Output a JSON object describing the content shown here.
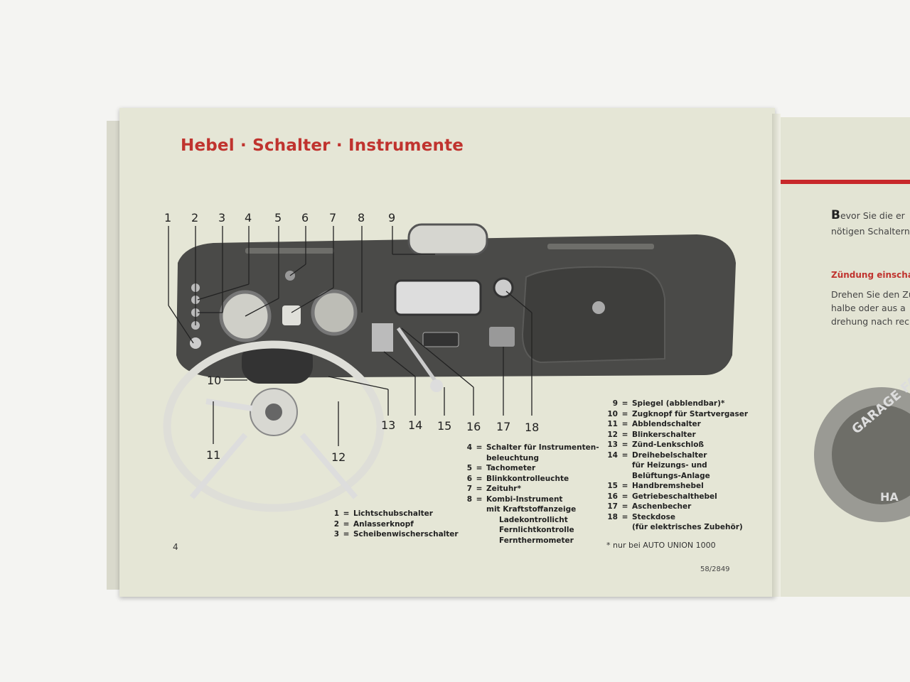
{
  "left_page": {
    "title": "Hebel · Schalter · Instrumente",
    "page_number": "4",
    "callouts": [
      "1",
      "2",
      "3",
      "4",
      "5",
      "6",
      "7",
      "8",
      "9",
      "10",
      "11",
      "12",
      "13",
      "14",
      "15",
      "16",
      "17",
      "18"
    ],
    "legend_a": [
      {
        "num": "1",
        "text": "Lichtschubschalter"
      },
      {
        "num": "2",
        "text": "Anlasserknopf"
      },
      {
        "num": "3",
        "text": "Scheibenwischerschalter"
      }
    ],
    "legend_b": [
      {
        "num": "4",
        "text": "Schalter für Instrumenten-",
        "cont": "beleuchtung"
      },
      {
        "num": "5",
        "text": "Tachometer"
      },
      {
        "num": "6",
        "text": "Blinkkontrolleuchte"
      },
      {
        "num": "7",
        "text": "Zeituhr*"
      },
      {
        "num": "8",
        "text": "Kombi-Instrument",
        "cont": "mit Kraftstoffanzeige",
        "cont2": [
          "Ladekontrollicht",
          "Fernlichtkontrolle",
          "Fernthermometer"
        ]
      }
    ],
    "legend_c": [
      {
        "num": "9",
        "text": "Spiegel (abblendbar)*"
      },
      {
        "num": "10",
        "text": "Zugknopf für Startvergaser"
      },
      {
        "num": "11",
        "text": "Abblendschalter"
      },
      {
        "num": "12",
        "text": "Blinkerschalter"
      },
      {
        "num": "13",
        "text": "Zünd-Lenkschloß"
      },
      {
        "num": "14",
        "text": "Dreihebelschalter",
        "cont": [
          "für Heizungs- und",
          "Belüftungs-Anlage"
        ]
      },
      {
        "num": "15",
        "text": "Handbremshebel"
      },
      {
        "num": "16",
        "text": "Getriebeschalthebel"
      },
      {
        "num": "17",
        "text": "Aschenbecher"
      },
      {
        "num": "18",
        "text": "Steckdose",
        "cont": [
          "(für elektrisches Zubehör)"
        ]
      }
    ],
    "equals": "=",
    "footnote": "* nur bei AUTO UNION 1000",
    "print_code": "58/2849"
  },
  "right_page": {
    "intro_initial": "B",
    "intro_line1": "evor Sie die er",
    "intro_line2": "nötigen Schaltern,",
    "heading": "Zündung einschalt",
    "body": [
      "Drehen Sie den Zü",
      "halbe oder aus a",
      "drehung nach rec"
    ],
    "badge_text": "GARAGE FA",
    "badge_text2": "HA"
  },
  "colors": {
    "title_red": "#c0332e",
    "page": "#e5e6d6",
    "dashboard": "#4a4a48"
  }
}
